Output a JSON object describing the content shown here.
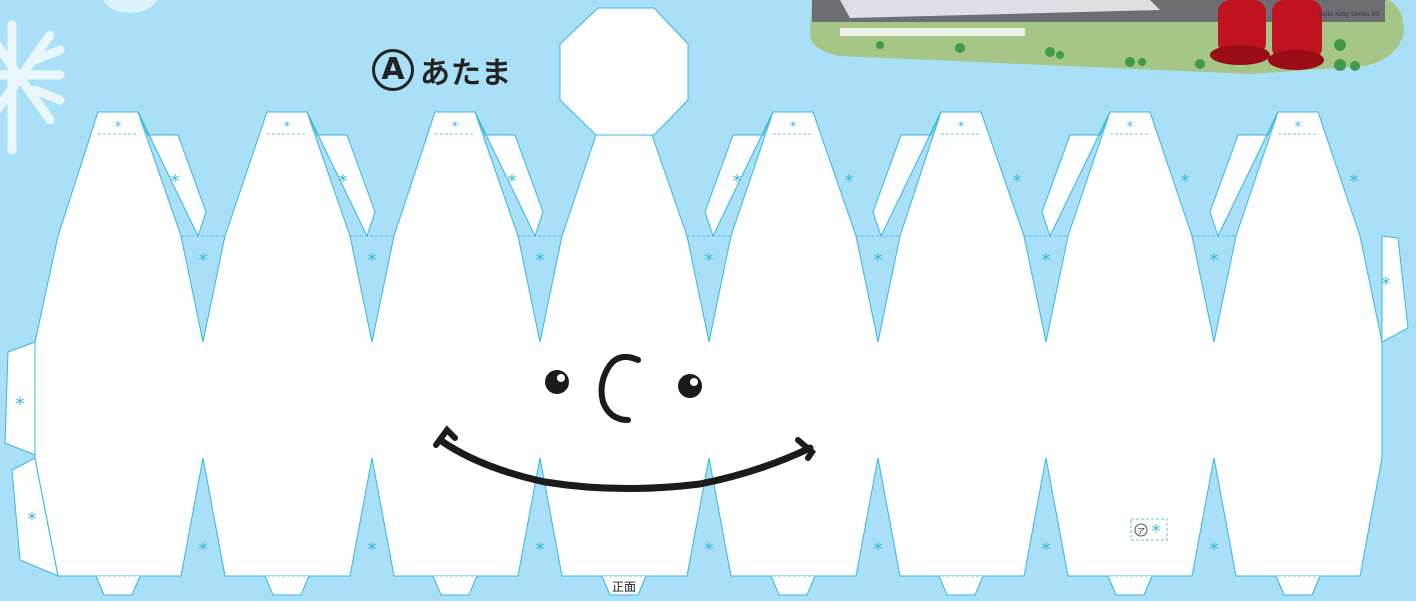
{
  "title": {
    "letter": "A",
    "text": "あたま"
  },
  "front_label": "正面",
  "marker_label": "ア",
  "glue_mark": "*",
  "photo": {
    "tiny_caption": "Hello Kitty Series HS"
  },
  "icons": [
    "snowflake-icon"
  ],
  "colors": {
    "background": "#a9dff7",
    "paper": "#ffffff",
    "cut_line": "#35b8e0",
    "glue_mark": "#35b8e0",
    "face_ink": "#1c1a1a"
  }
}
